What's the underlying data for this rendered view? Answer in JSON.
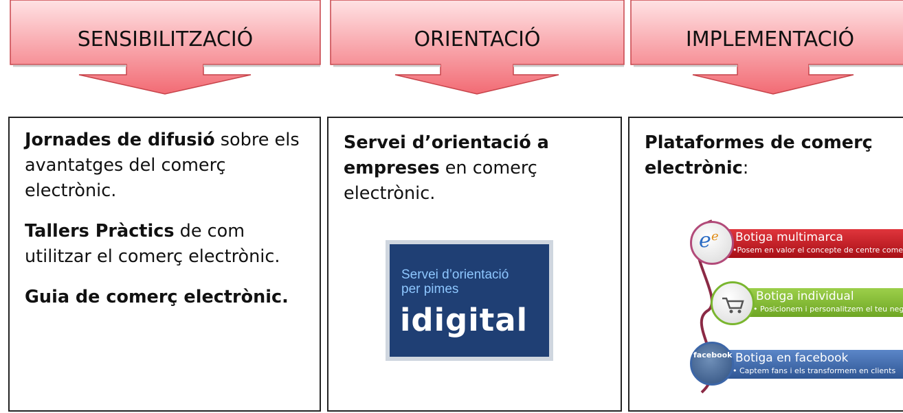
{
  "stages": [
    {
      "label": "SENSIBILITZACIÓ"
    },
    {
      "label": "ORIENTACIÓ"
    },
    {
      "label": "IMPLEMENTACIÓ"
    }
  ],
  "boxes": {
    "sensibilitzacio": {
      "p1_bold": "Jornades de difusió",
      "p1_rest": " sobre els avantatges del comerç electrònic.",
      "p2_bold": "Tallers Pràctics",
      "p2_rest": " de com utilitzar el comerç electrònic.",
      "p3_bold": "Guia de comerç electrònic."
    },
    "orientacio": {
      "p1_bold": "Servei d’orientació a empreses",
      "p1_rest": " en comerç electrònic.",
      "logo_line1": "Servei d’orientació",
      "logo_line2": "per pimes",
      "logo_brand": "idigital"
    },
    "implementacio": {
      "p1_bold": "Plataformes de comerç electrònic",
      "p1_rest": ":",
      "platforms": [
        {
          "title": "Botiga multimarca",
          "desc": "•Posem en valor el concepte de centre comercial s",
          "color": "#c0141c"
        },
        {
          "title": "Botiga individual",
          "desc": "• Posicionem i personalitzem el teu neg",
          "color": "#79b52b"
        },
        {
          "title": "Botiga en facebook",
          "desc": "• Captem fans i els transformem en clients",
          "color": "#3c66a8"
        }
      ],
      "facebook_label": "facebook"
    }
  },
  "colors": {
    "arrow_fill_top": "#ffd5d8",
    "arrow_fill_bottom": "#f06b73",
    "arrow_stroke": "#c7434a"
  }
}
